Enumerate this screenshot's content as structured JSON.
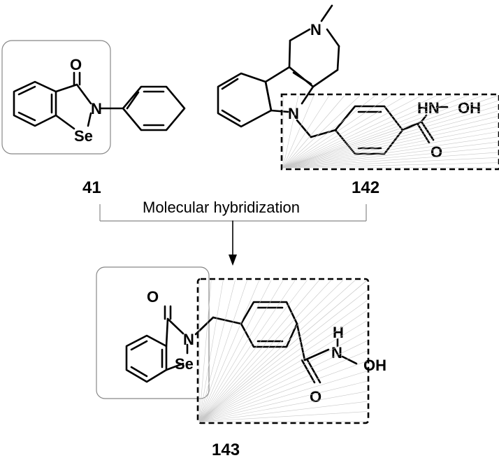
{
  "compounds": {
    "c41": {
      "label": "41"
    },
    "c142": {
      "label": "142"
    },
    "c143": {
      "label": "143"
    }
  },
  "atoms": {
    "oxygen": "O",
    "nitrogen": "N",
    "selenium": "Se",
    "hn": "HN",
    "oh": "OH",
    "h": "H"
  },
  "arrow": {
    "caption": "Molecular hybridization"
  }
}
